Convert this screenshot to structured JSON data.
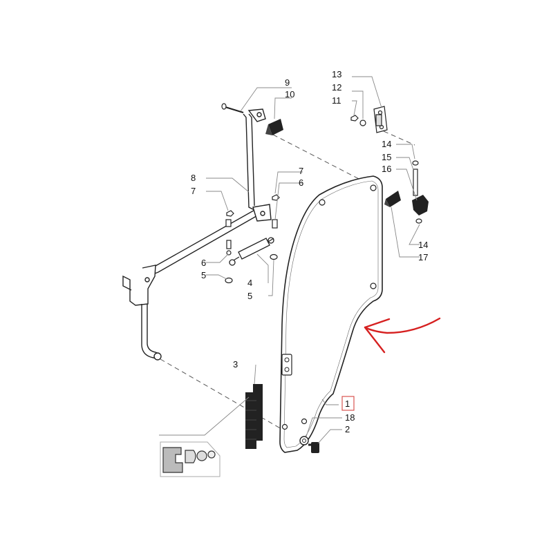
{
  "diagram": {
    "callouts": {
      "c1": "1",
      "c2": "2",
      "c3": "3",
      "c4": "4",
      "c5a": "5",
      "c5b": "5",
      "c6a": "6",
      "c6b": "6",
      "c7a": "7",
      "c7b": "7",
      "c8": "8",
      "c9": "9",
      "c10": "10",
      "c11": "11",
      "c12": "12",
      "c13": "13",
      "c14a": "14",
      "c14b": "14",
      "c15": "15",
      "c16": "16",
      "c17": "17",
      "c18": "18"
    },
    "highlighted_callout": "1",
    "colors": {
      "line": "#222222",
      "part_fill": "#ffffff",
      "dark_part": "#222222",
      "highlight_box": "#d9534f",
      "arrow": "#d62020",
      "leader": "#888888"
    }
  }
}
